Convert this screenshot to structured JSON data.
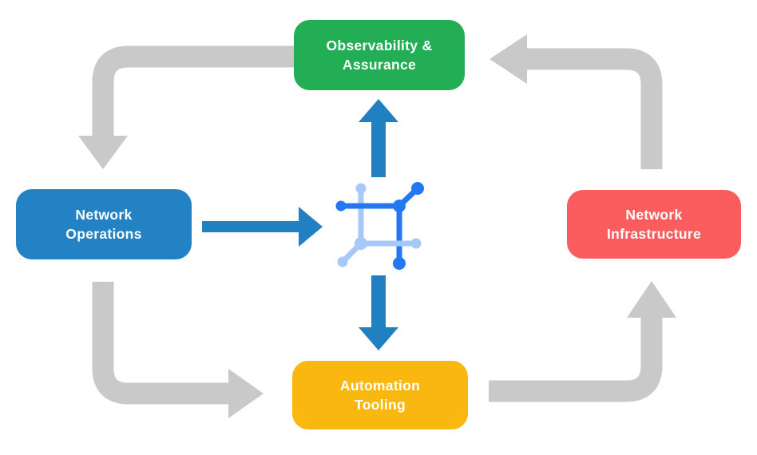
{
  "colors": {
    "bg": "#ffffff",
    "green": "#23ad55",
    "blue": "#2382c3",
    "red": "#fb5d5e",
    "yellow": "#f9b70f",
    "gray-arrow": "#c9c9c9",
    "blue-arrow": "#2180c2",
    "icon-dark": "#2377f0",
    "icon-light": "#a6c9f7",
    "text": "#ffffff"
  },
  "nodes": {
    "observability": {
      "label": "Observability &\nAssurance"
    },
    "operations": {
      "label": "Network\nOperations"
    },
    "infrastructure": {
      "label": "Network\nInfrastructure"
    },
    "automation": {
      "label": "Automation\nTooling"
    }
  },
  "icons": {
    "center": "network-topology-icon"
  },
  "chart_data": {
    "type": "table",
    "title": "",
    "flow_cycle": [
      "Observability & Assurance -> Network Operations",
      "Network Operations -> Automation Tooling",
      "Automation Tooling -> Network Infrastructure",
      "Network Infrastructure -> Observability & Assurance"
    ],
    "center_links": [
      "Network Operations -> network-topology-icon",
      "network-topology-icon -> Observability & Assurance",
      "network-topology-icon -> Automation Tooling"
    ]
  }
}
